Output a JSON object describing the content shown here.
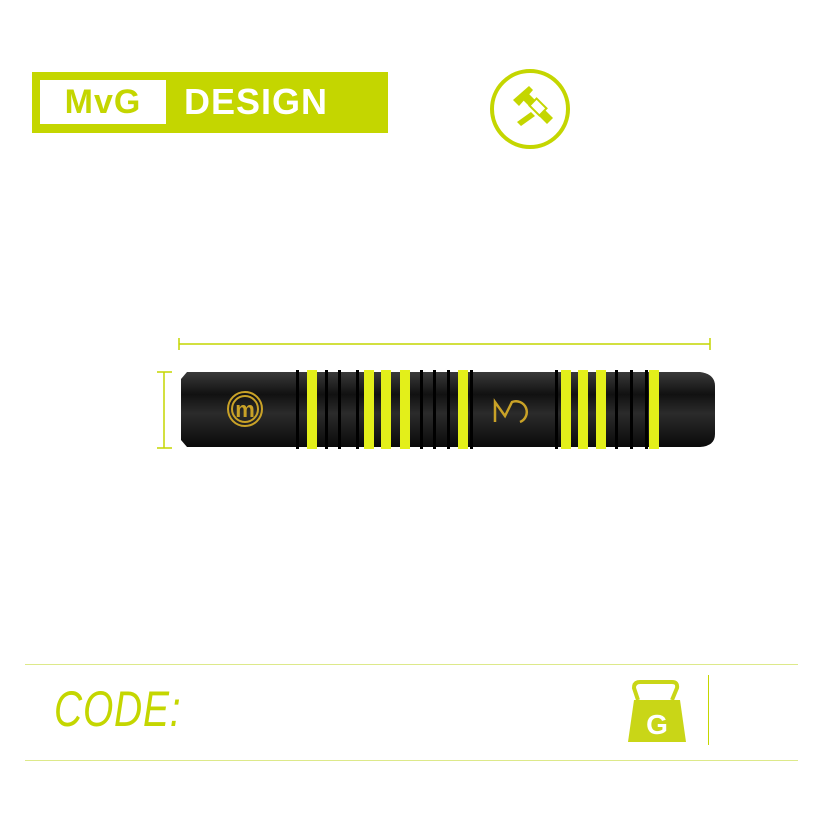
{
  "logo": {
    "brand": "MvG",
    "word": "DESIGN"
  },
  "icons": {
    "measure": "caliper-icon",
    "weight": "weight-icon",
    "weight_letter": "G"
  },
  "footer": {
    "code_label": "CODE:"
  },
  "colors": {
    "accent": "#c4d600",
    "barrel": "#1c1c1c",
    "bands": "#e6f000",
    "gold": "#c9a227"
  }
}
